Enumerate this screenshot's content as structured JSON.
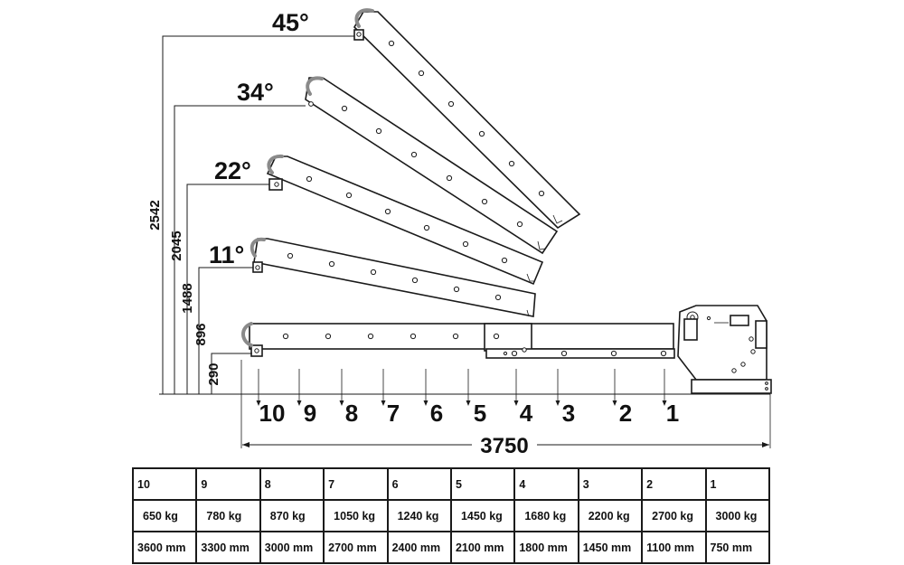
{
  "angles": [
    {
      "label": "45°",
      "height": "2542"
    },
    {
      "label": "34°",
      "height": "2045"
    },
    {
      "label": "22°",
      "height": "1488"
    },
    {
      "label": "11°",
      "height": "896"
    },
    {
      "label": "",
      "height": "290"
    }
  ],
  "positions": [
    "10",
    "9",
    "8",
    "7",
    "6",
    "5",
    "4",
    "3",
    "2",
    "1"
  ],
  "total_length": "3750",
  "table": {
    "positions": [
      "10",
      "9",
      "8",
      "7",
      "6",
      "5",
      "4",
      "3",
      "2",
      "1"
    ],
    "weights": [
      "650 kg",
      "780 kg",
      "870 kg",
      "1050 kg",
      "1240 kg",
      "1450 kg",
      "1680 kg",
      "2200 kg",
      "2700 kg",
      "3000 kg"
    ],
    "reaches": [
      "3600 mm",
      "3300 mm",
      "3000 mm",
      "2700 mm",
      "2400 mm",
      "2100 mm",
      "1800 mm",
      "1450 mm",
      "1100 mm",
      "750 mm"
    ]
  },
  "colors": {
    "line": "#1a1a1a",
    "hook": "#8a8a8a",
    "background": "#ffffff"
  }
}
